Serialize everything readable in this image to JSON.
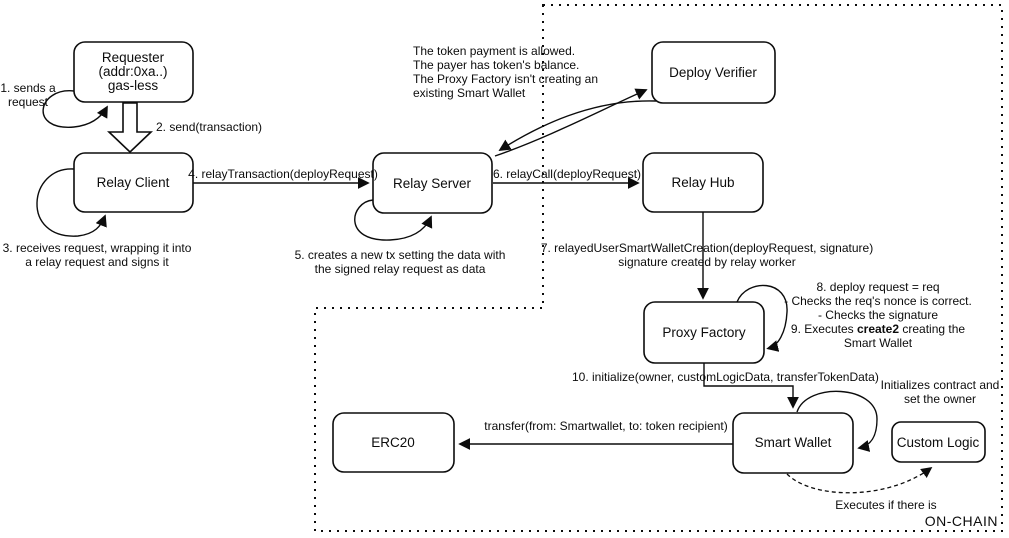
{
  "note_top": [
    "The token payment is allowed.",
    "The payer has token's balance.",
    "The Proxy Factory isn't creating an",
    "existing Smart Wallet"
  ],
  "boxes": {
    "requester": [
      "Requester",
      "(addr:0xa..)",
      "gas-less"
    ],
    "relay_client": "Relay Client",
    "relay_server": "Relay Server",
    "deploy_verifier": "Deploy Verifier",
    "relay_hub": "Relay Hub",
    "proxy_factory": "Proxy Factory",
    "smart_wallet": "Smart Wallet",
    "custom_logic": "Custom Logic",
    "erc20": "ERC20"
  },
  "steps": {
    "s1": [
      "1. sends a",
      "request"
    ],
    "s2": "2. send(transaction)",
    "s3": [
      "3. receives request, wrapping it into",
      "a relay request and signs it"
    ],
    "s4": "4. relayTransaction(deployRequest)",
    "s5": [
      "5. creates a new tx setting the data with",
      "the signed relay request as data"
    ],
    "s6": "6. relayCall(deployRequest)",
    "s7": [
      "7. relayedUserSmartWalletCreation(deployRequest, signature)",
      "signature created by relay worker"
    ],
    "s8_9": {
      "l1": "8. deploy request = req",
      "l2": "- Checks the req's nonce is correct.",
      "l3": "- Checks the signature",
      "l4_pre": "9. Executes ",
      "l4_bold": "create2",
      "l4_post": " creating the",
      "l5": "Smart Wallet"
    },
    "s10": "10. initialize(owner, customLogicData, transferTokenData)"
  },
  "notes": {
    "initializes": [
      "Initializes contract and",
      "set the owner"
    ],
    "transfer": "transfer(from: Smartwallet, to: token recipient)",
    "executes_if": "Executes if there is"
  },
  "onchain_label": "ON-CHAIN",
  "colors": {
    "stroke": "#000000",
    "background": "#ffffff"
  }
}
